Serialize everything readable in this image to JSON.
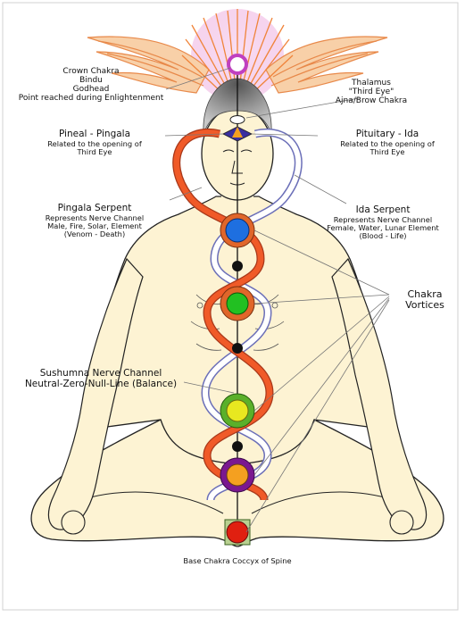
{
  "labels": {
    "crown": [
      "Crown Chakra",
      "Bindu",
      "Godhead",
      "Point reached during Enlightenment"
    ],
    "thalamus": [
      "Thalamus",
      "\"Third Eye\"",
      "Ajna/Brow Chakra"
    ],
    "pineal": {
      "title": "Pineal - Pingala",
      "lines": [
        "Related to the opening of",
        "Third Eye"
      ]
    },
    "pituitary": {
      "title": "Pituitary - Ida",
      "lines": [
        "Related to the opening of",
        "Third Eye"
      ]
    },
    "pingala_serpent": {
      "title": "Pingala Serpent",
      "lines": [
        "Represents Nerve Channel",
        "Male, Fire, Solar, Element",
        "(Venom - Death)"
      ]
    },
    "ida_serpent": {
      "title": "Ida Serpent",
      "lines": [
        "Represents Nerve Channel",
        "Female, Water, Lunar Element",
        "(Blood - Life)"
      ]
    },
    "chakra_vortices": [
      "Chakra",
      "Vortices"
    ],
    "sushumna": [
      "Sushumna Nerve Channel",
      "Neutral-Zero-Null-Line (Balance)"
    ],
    "base": "Base Chakra Coccyx of Spine"
  },
  "colors": {
    "skin": "#fdf3d3",
    "outline": "#222222",
    "pingala": "#f05a28",
    "ida": "#ffffff",
    "ida_outline": "#6b6fb8",
    "halo": "#f2c2e6",
    "rays": "#f08a3a",
    "wings": "#f6c79a",
    "hair": "#a8a8a8",
    "chakra_heart": "#22c022",
    "chakra_throat": "#1e6fe0",
    "chakra_solar": "#e8e820",
    "chakra_sacral": "#f4a020",
    "chakra_root": "#e02010",
    "chakra_brow": "#3a2fa0"
  }
}
